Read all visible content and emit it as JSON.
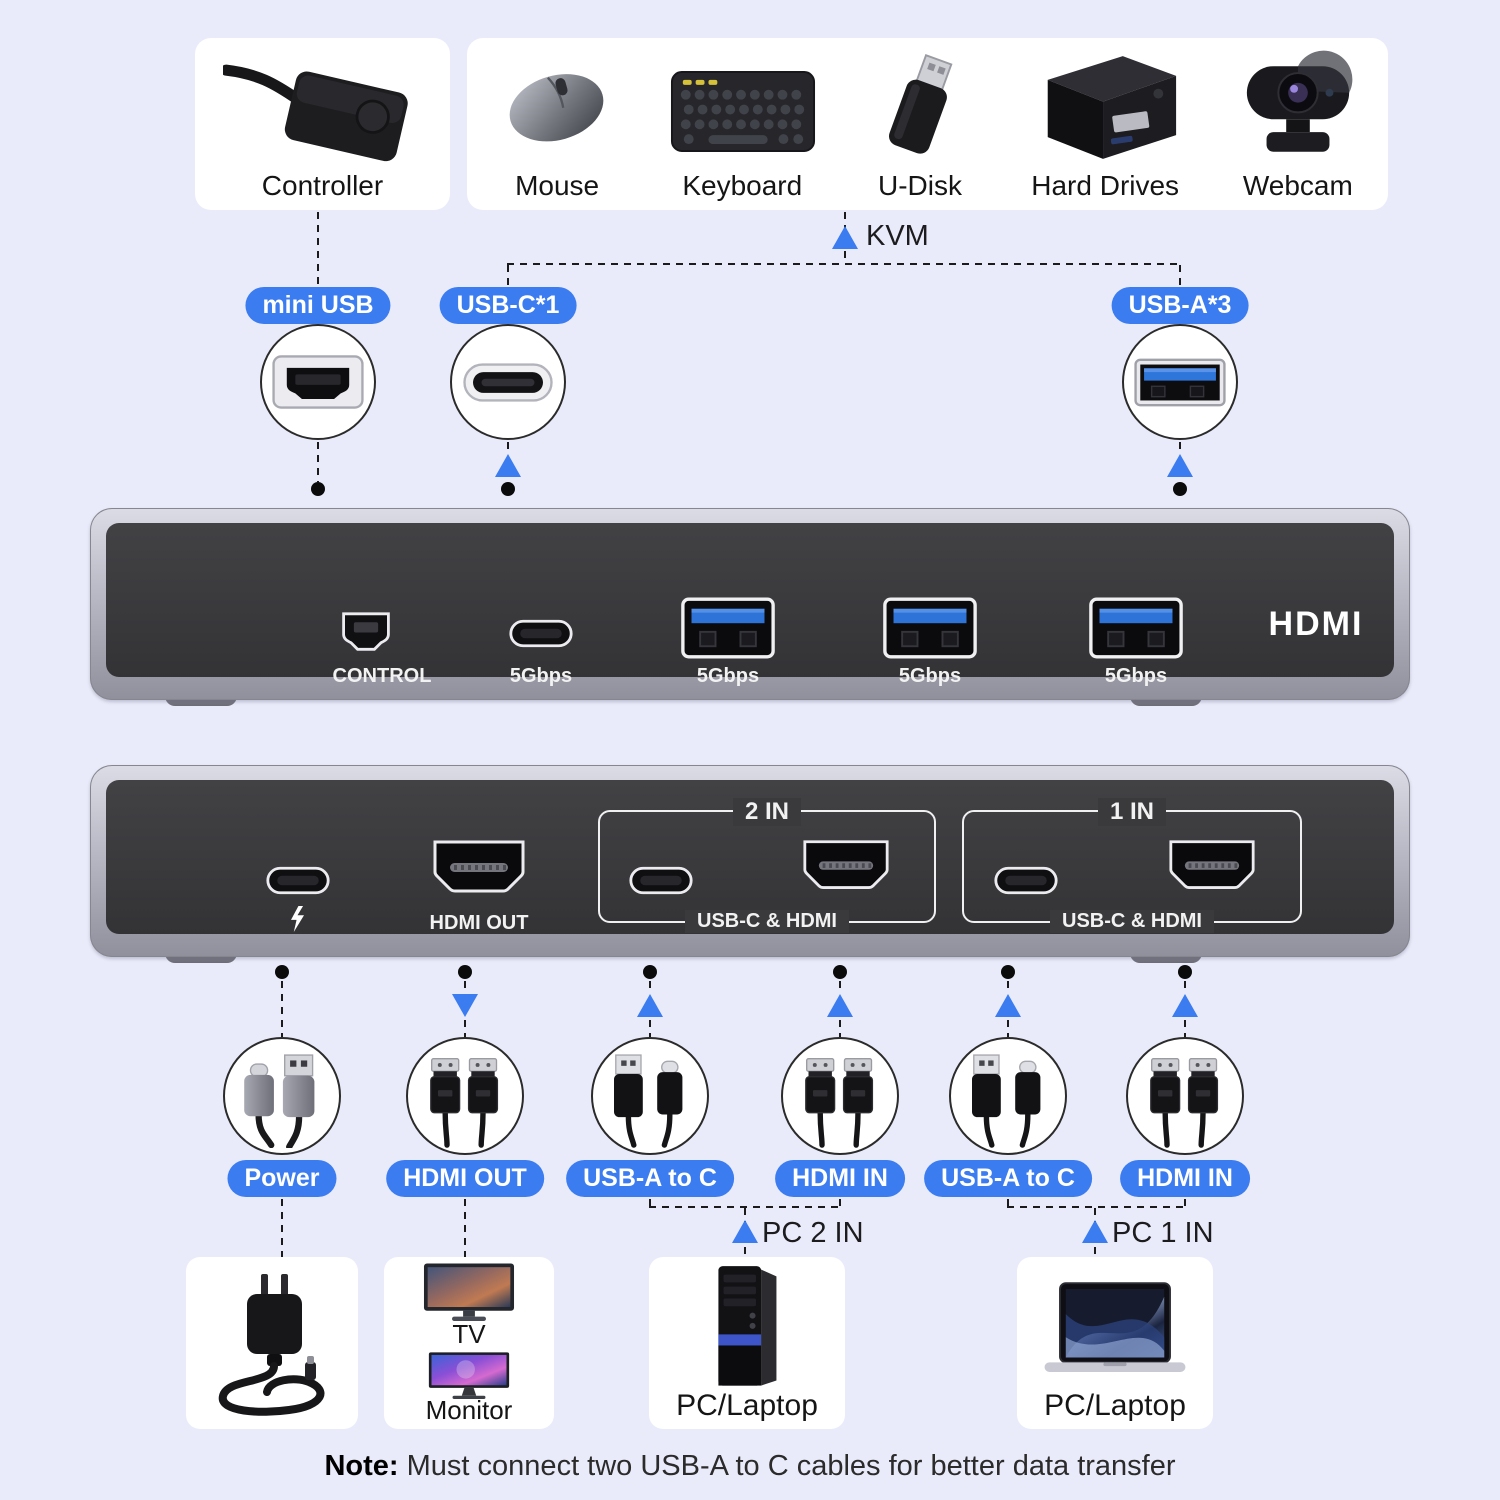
{
  "accent": "#3b7cf1",
  "top": {
    "controller": {
      "label": "Controller"
    },
    "devices": {
      "items": [
        {
          "label": "Mouse",
          "icon": "mouse-icon"
        },
        {
          "label": "Keyboard",
          "icon": "keyboard-icon"
        },
        {
          "label": "U-Disk",
          "icon": "usb-flash-drive-icon"
        },
        {
          "label": "Hard Drives",
          "icon": "hard-drive-icon"
        },
        {
          "label": "Webcam",
          "icon": "webcam-icon"
        }
      ]
    }
  },
  "kvm": {
    "label": "KVM"
  },
  "top_ports": [
    {
      "label": "mini USB",
      "icon": "mini-usb-port-icon"
    },
    {
      "label": "USB-C*1",
      "icon": "usb-c-port-icon"
    },
    {
      "label": "USB-A*3",
      "icon": "usb-a-port-icon"
    }
  ],
  "front_panel": {
    "control_label": "CONTROL",
    "usbc_label": "5Gbps",
    "usba_labels": [
      "5Gbps",
      "5Gbps",
      "5Gbps"
    ],
    "logo": "HDMI"
  },
  "rear_panel": {
    "power_icon": "lightning-bolt-icon",
    "hdmi_out_label": "HDMI OUT",
    "group2": {
      "title": "2 IN",
      "caption": "USB-C & HDMI"
    },
    "group1": {
      "title": "1 IN",
      "caption": "USB-C & HDMI"
    }
  },
  "cable_tags": [
    {
      "label": "Power",
      "icon": "power-cable-icon"
    },
    {
      "label": "HDMI OUT",
      "icon": "hdmi-cable-icon"
    },
    {
      "label": "USB-A to C",
      "icon": "usb-a-to-c-cable-icon"
    },
    {
      "label": "HDMI IN",
      "icon": "hdmi-cable-icon"
    },
    {
      "label": "USB-A to C",
      "icon": "usb-a-to-c-cable-icon"
    },
    {
      "label": "HDMI IN",
      "icon": "hdmi-cable-icon"
    }
  ],
  "pc_in": [
    {
      "label": "PC 2 IN"
    },
    {
      "label": "PC 1 IN"
    }
  ],
  "bottom": {
    "tv_label": "TV",
    "monitor_label": "Monitor",
    "pc2_label": "PC/Laptop",
    "pc1_label": "PC/Laptop"
  },
  "note": {
    "bold": "Note:",
    "rest": " Must connect two USB-A to C cables for better data transfer"
  }
}
